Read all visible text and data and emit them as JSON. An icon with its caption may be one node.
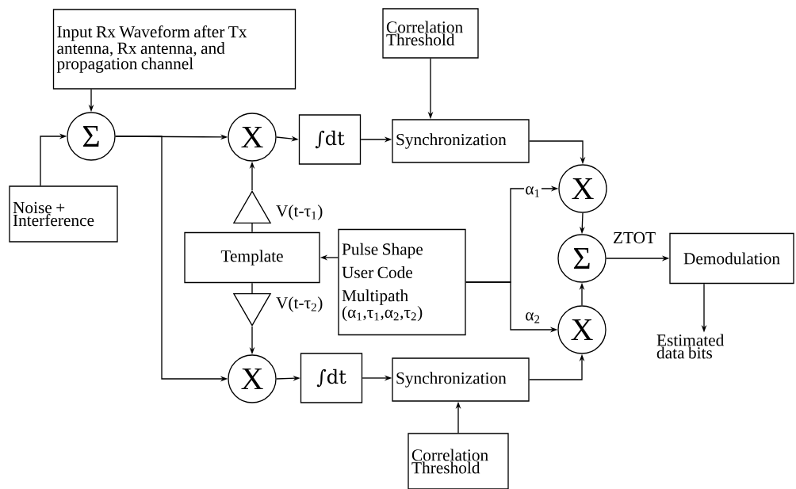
{
  "diagram": {
    "nodes": [
      {
        "text": [
          "Input Rx Waveform after Tx antenna, Rx antenna, and propagation channel"
        ]
      },
      {
        "text": [
          "Σ"
        ]
      },
      {
        "text": [
          "Noise + Interference"
        ]
      },
      {
        "text": [
          "X"
        ]
      },
      {
        "text": [
          "∫dt"
        ]
      },
      {
        "text": [
          "Correlation Threshold"
        ]
      },
      {
        "text": [
          "Synchronization"
        ]
      },
      {
        "text": [],
        "shape": "triangle",
        "beside": [
          "V(t-τ$_{1}$)"
        ]
      },
      {
        "text": [
          "Template"
        ]
      },
      {
        "text": [
          "Pulse Shape",
          "User Code",
          "Multipath",
          "(α$_{1}$,τ$_{1}$,α$_{2}$,τ$_{2}$)"
        ]
      },
      {
        "text": [],
        "shape": "triangle",
        "beside": [
          "V(t-τ$_{2}$)"
        ]
      },
      {
        "text": [
          "X"
        ]
      },
      {
        "text": [
          "∫dt"
        ]
      },
      {
        "text": [
          "Synchronization"
        ]
      },
      {
        "text": [
          "Correlation Threshold"
        ]
      },
      {
        "text": [
          "X"
        ]
      },
      {
        "text": [
          "Σ"
        ]
      },
      {
        "text": [
          "X"
        ]
      },
      {
        "text": [
          "Demodulation"
        ]
      },
      {
        "text": [
          "Estimated data bits"
        ]
      }
    ],
    "edges": [
      {
        "from": 0,
        "to": 1,
        "arrow": "to"
      },
      {
        "from": 2,
        "to": 1,
        "arrow": "to"
      },
      {
        "from": 1,
        "to": 3,
        "arrow": "to"
      },
      {
        "from": 1,
        "to": 11,
        "arrow": "to"
      },
      {
        "from": 3,
        "to": 4,
        "arrow": "to"
      },
      {
        "from": 4,
        "to": 6,
        "arrow": "to"
      },
      {
        "from": 5,
        "to": 6,
        "arrow": "to"
      },
      {
        "from": 6,
        "to": 15,
        "arrow": "to"
      },
      {
        "from": 8,
        "to": 7,
        "arrow": "none"
      },
      {
        "from": 7,
        "to": 3,
        "arrow": "to"
      },
      {
        "from": 8,
        "to": 10,
        "arrow": "none"
      },
      {
        "from": 10,
        "to": 11,
        "arrow": "to"
      },
      {
        "from": 9,
        "to": 8,
        "arrow": "to"
      },
      {
        "from": 9,
        "to": 15,
        "arrow": "to",
        "label": "α$_{1}$"
      },
      {
        "from": 9,
        "to": 17,
        "arrow": "to",
        "label": "α$_{2}$"
      },
      {
        "from": 11,
        "to": 12,
        "arrow": "to"
      },
      {
        "from": 12,
        "to": 13,
        "arrow": "to"
      },
      {
        "from": 14,
        "to": 13,
        "arrow": "to"
      },
      {
        "from": 13,
        "to": 17,
        "arrow": "to"
      },
      {
        "from": 15,
        "to": 16,
        "arrow": "to"
      },
      {
        "from": 17,
        "to": 16,
        "arrow": "to"
      },
      {
        "from": 16,
        "to": 18,
        "arrow": "to",
        "label": "ZTOT"
      },
      {
        "from": 18,
        "to": 19,
        "arrow": "to"
      }
    ]
  }
}
